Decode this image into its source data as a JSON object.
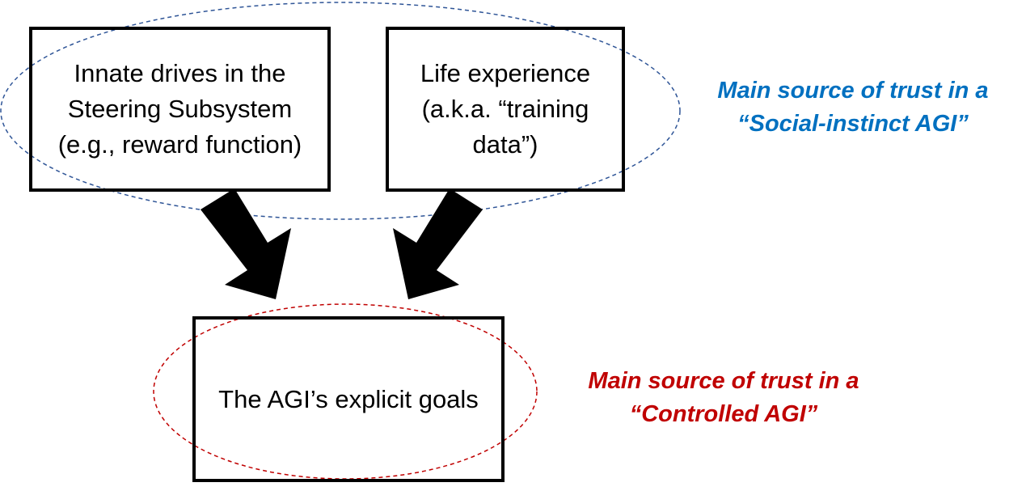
{
  "nodes": {
    "innate_drives": {
      "lines": [
        "Innate drives in the",
        "Steering Subsystem",
        "(e.g., reward function)"
      ]
    },
    "life_experience": {
      "lines": [
        "Life experience",
        "(a.k.a. “training",
        "data”)"
      ]
    },
    "explicit_goals": {
      "lines": [
        "The AGI’s explicit goals"
      ]
    }
  },
  "callouts": {
    "social_instinct": {
      "lines": [
        "Main source of trust in a",
        "“Social-instinct AGI”"
      ],
      "color": "#0070C0"
    },
    "controlled": {
      "lines": [
        "Main source of trust in a",
        "“Controlled AGI”"
      ],
      "color": "#C00000"
    }
  },
  "ellipses": {
    "social_instinct": {
      "style": "dashed",
      "color": "#2F5597"
    },
    "controlled": {
      "style": "dashed",
      "color": "#C00000"
    }
  },
  "edges": [
    {
      "from": "innate_drives",
      "to": "explicit_goals"
    },
    {
      "from": "life_experience",
      "to": "explicit_goals"
    }
  ]
}
